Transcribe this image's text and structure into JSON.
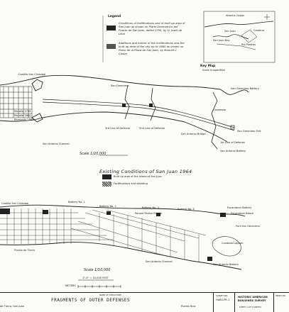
{
  "legend": {
    "heading": "Legend",
    "entry1": "Conditions of fortifications and of built up area of San Juan as shown on Plano Geometrico del Puerto de San Juan, dated 1794, by D. Josef de Leon",
    "entry2": "Additions and extent of the fortifications and the built up area of the city up to 1860 as shown on Plano de la Plaza de San Juan, by Manuel C Castro"
  },
  "key_map": {
    "title": "Key Map",
    "subtitle": "Scale Unspecified",
    "label_ocean": "Atlantic Ocean",
    "label_1": "Carolina",
    "label_2": "San Juan",
    "label_3": "Rio Piedras",
    "label_4": "San Juan Bay"
  },
  "upper_map": {
    "labels": {
      "castle": "Castillo San Cristobal",
      "san_geronimo": "San Geronimo",
      "battery": "San Geronimo Battery",
      "casamata": "Casamata",
      "fort": "San Geronimo Fort",
      "date1": "Muralla 1794",
      "date2": "Muralla 1860",
      "date3": "Ramparts 1860",
      "channel": "San Antonio Channel",
      "line3": "3rd Line of Defense",
      "line2": "2nd Line of Defense",
      "line1": "1st Line of Defense",
      "san_antonio_battery": "San Antonio Battery",
      "bridge": "San Antonio Bridge"
    },
    "scale": "Scale 1/20,000"
  },
  "lower_map": {
    "title": "Existing Conditions of San Juan 1964",
    "legend1": "Built up area of the Island of San Juan",
    "legend2": "Fortifications and standing",
    "labels": {
      "l1": "Castillo San Cristobal",
      "l2": "Puerta de Tierra",
      "l3": "Battery No. 1",
      "l4": "Battery No. 2",
      "l5": "Battery No. 3",
      "l6": "Battery No. 4",
      "l7": "Escambron Battery",
      "l8": "Escambron Beach",
      "l9": "Fort San Geronimo",
      "l10": "Condado Lagoon",
      "l11": "San Antonio Channel",
      "l12": "San Antonio Battery",
      "l13": "Parque Muñoz Rivera"
    },
    "scale": "Scale 1/10,000",
    "bar_label": "1\"-0\" = 10,000 FEET",
    "metric": "METERS"
  },
  "title_block": {
    "name_label": "Name of Structure",
    "name": "FRAGMENTS OF OUTER DEFENSES",
    "location_left": "de Tierra, San Juan",
    "location_right": "Puerto Rico",
    "survey_no_label": "Survey No.",
    "survey_no": "HABS-PR-1",
    "agency": "HISTORIC AMERICAN BUILDINGS SURVEY",
    "sheet": "SHEET 2 OF 5 SHEETS",
    "index_label": "Index No."
  }
}
